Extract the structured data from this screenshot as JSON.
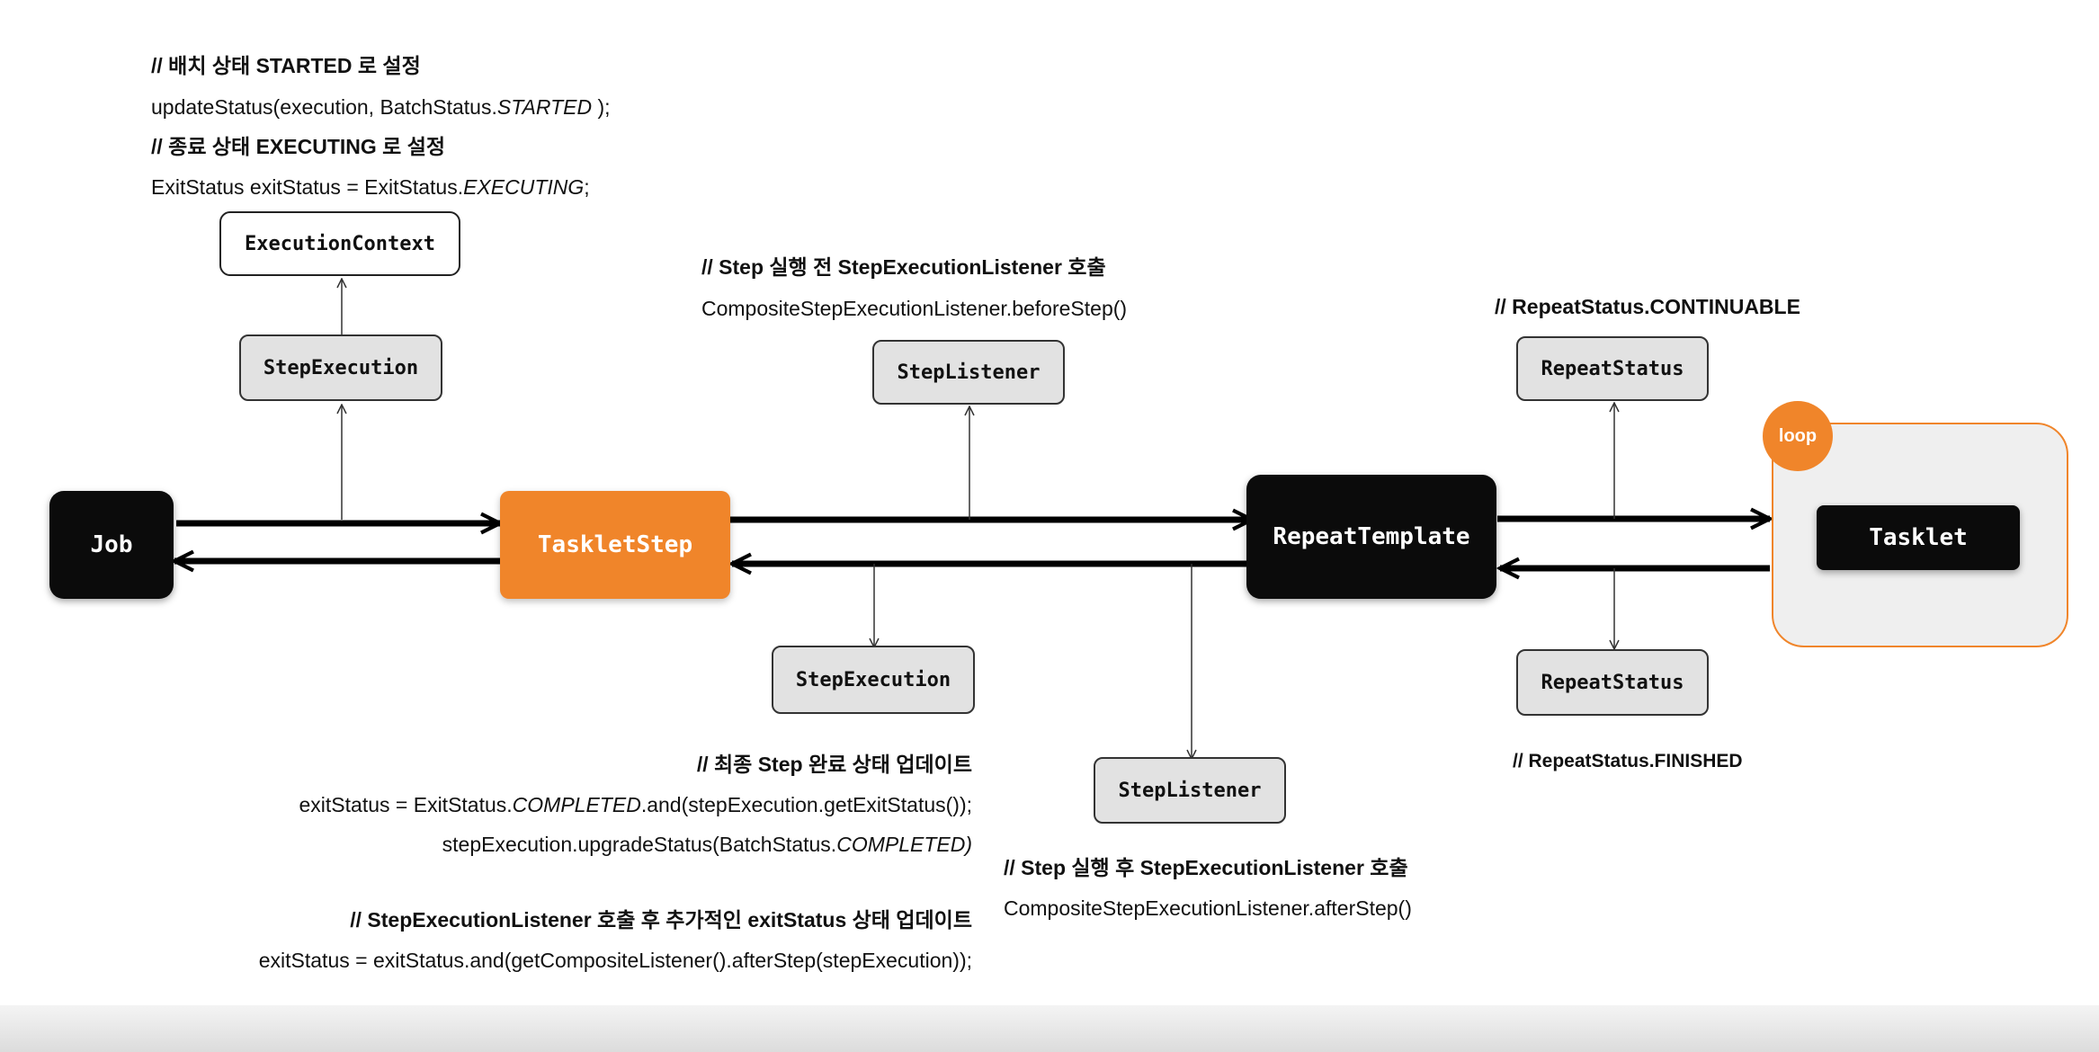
{
  "nodes": {
    "job": "Job",
    "tasklet_step": "TaskletStep",
    "repeat_template": "RepeatTemplate",
    "tasklet": "Tasklet",
    "execution_context": "ExecutionContext",
    "step_execution_top": "StepExecution",
    "step_execution_bottom": "StepExecution",
    "step_listener_top": "StepListener",
    "step_listener_bottom": "StepListener",
    "repeat_status_top": "RepeatStatus",
    "repeat_status_bottom": "RepeatStatus",
    "loop": "loop"
  },
  "notes": {
    "batch_status_comment": "// 배치 상태 STARTED 로 설정",
    "batch_status_code_prefix": "updateStatus(execution,  BatchStatus.",
    "batch_status_code_italic": "STARTED",
    "batch_status_code_suffix": " );",
    "exit_status_comment": "// 종료 상태 EXECUTING 로 설정",
    "exit_status_code_prefix": "ExitStatus  exitStatus  =  ExitStatus.",
    "exit_status_code_italic": "EXECUTING",
    "exit_status_code_suffix": ";",
    "before_step_comment": "// Step 실행 전 StepExecutionListener 호출",
    "before_step_code": "CompositeStepExecutionListener.beforeStep()",
    "continuable_comment": "// RepeatStatus.CONTINUABLE",
    "finished_comment": "// RepeatStatus.FINISHED",
    "final_step_comment": "// 최종 Step 완료 상태 업데이트",
    "final_step_code1_prefix": "exitStatus  =  ExitStatus.",
    "final_step_code1_italic": "COMPLETED",
    "final_step_code1_suffix": ".and(stepExecution.getExitStatus());",
    "final_step_code2_prefix": "stepExecution.upgradeStatus(BatchStatus.",
    "final_step_code2_italic": "COMPLETED)",
    "after_listener_comment": "// StepExecutionListener 호출 후 추가적인 exitStatus 상태 업데이트",
    "after_listener_code": "exitStatus  =  exitStatus.and(getCompositeListener().afterStep(stepExecution));",
    "after_step_comment": "// Step 실행 후 StepExecutionListener 호출",
    "after_step_code": "CompositeStepExecutionListener.afterStep()"
  },
  "colors": {
    "accent_orange": "#f0852a",
    "dark_node": "#0b0b0b",
    "gray_node": "#e2e2e2",
    "loop_panel": "#efefef"
  }
}
